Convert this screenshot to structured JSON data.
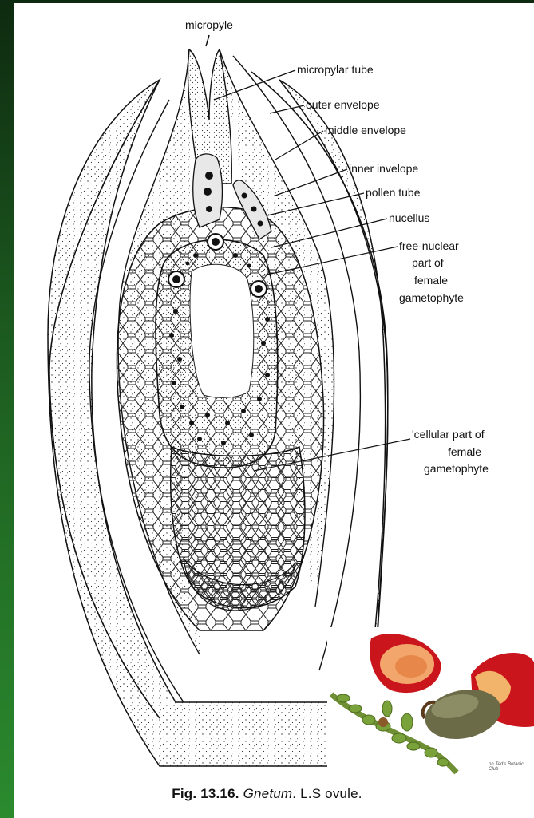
{
  "labels": {
    "micropyle": "micropyle",
    "micropylar_tube": "micropylar tube",
    "outer_envelope": "outer envelope",
    "middle_envelope": "middle envelope",
    "inner_invelope": "inner invelope",
    "pollen_tube": "pollen tube",
    "nucellus": "nucellus",
    "free_nuclear_1": "free-nuclear",
    "free_nuclear_2": "part of",
    "free_nuclear_3": "female",
    "free_nuclear_4": "gametophyte",
    "cellular_1": "'cellular part of",
    "cellular_2": "female",
    "cellular_3": "gametophyte"
  },
  "caption": {
    "fig_number": "Fig. 13.16.",
    "genus": "Gnetum",
    "rest": ". L.S ovule."
  },
  "photo": {
    "credit": "ph.Ted's Botanic Club",
    "fruit_color": "#c9151b",
    "seed_color": "#6c6b48",
    "stem_color": "#5f8a2a"
  }
}
